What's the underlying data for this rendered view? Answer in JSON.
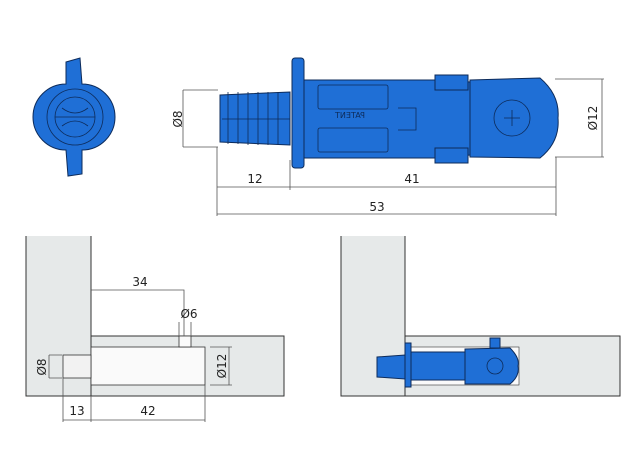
{
  "top_view": {
    "dim_diameter_thread": "Ø8",
    "dim_diameter_head": "Ø12",
    "dim_thread_length": "12",
    "dim_body_length": "41",
    "dim_total_length": "53",
    "body_marking": "PATENT"
  },
  "installation_view": {
    "dim_hole_offset": "34",
    "dim_cam_hole": "Ø6",
    "dim_pin_hole": "Ø8",
    "dim_bore": "Ø12",
    "dim_pin_depth": "13",
    "dim_bore_depth": "42"
  },
  "colors": {
    "connector": "#1f6fd6",
    "panel": "#e6e9e9"
  }
}
